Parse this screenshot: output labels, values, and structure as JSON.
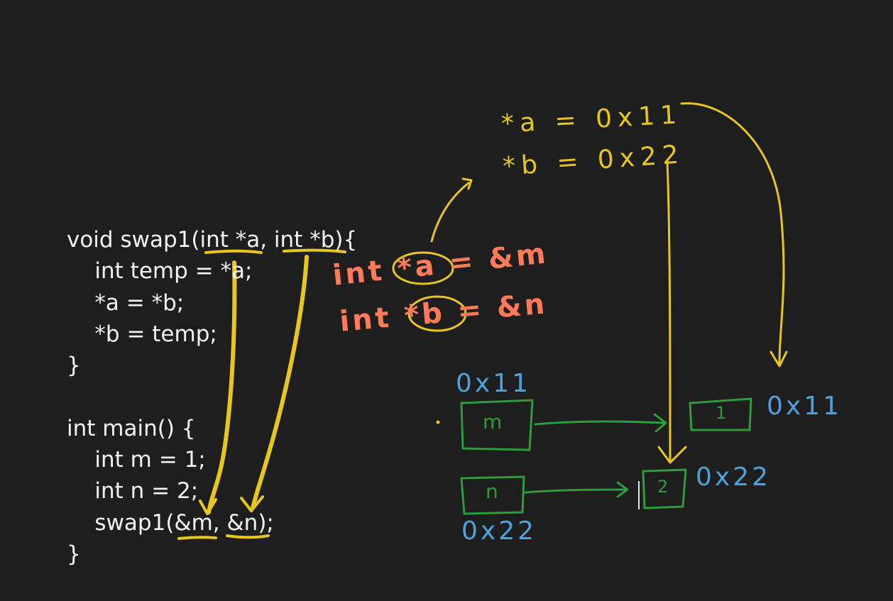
{
  "code": {
    "lines": [
      "void swap1(int *a, int *b){",
      "    int temp = *a;",
      "    *a = *b;",
      "    *b = temp;",
      "}",
      "",
      "int main() {",
      "    int m = 1;",
      "    int n = 2;",
      "    swap1(&m, &n);",
      "}"
    ]
  },
  "annotations": {
    "pointer_a_value": "*a = 0x11",
    "pointer_b_value": "*b = 0x22",
    "decl_a": "int *a = &m",
    "decl_b": "int *b = &n",
    "addr_m_label": "0x11",
    "addr_n_label": "0x22",
    "box_m": "m",
    "box_n": "n",
    "box_1": "1",
    "box_2": "2",
    "addr_1_label": "0x11",
    "addr_2_label": "0x22"
  },
  "colors": {
    "background": "#1e1e1e",
    "code_text": "#f2f2f2",
    "yellow_ink": "#e8c51f",
    "orange_ink": "#ff7a57",
    "blue_ink": "#4aa3df",
    "green_ink": "#2e9c3a"
  }
}
